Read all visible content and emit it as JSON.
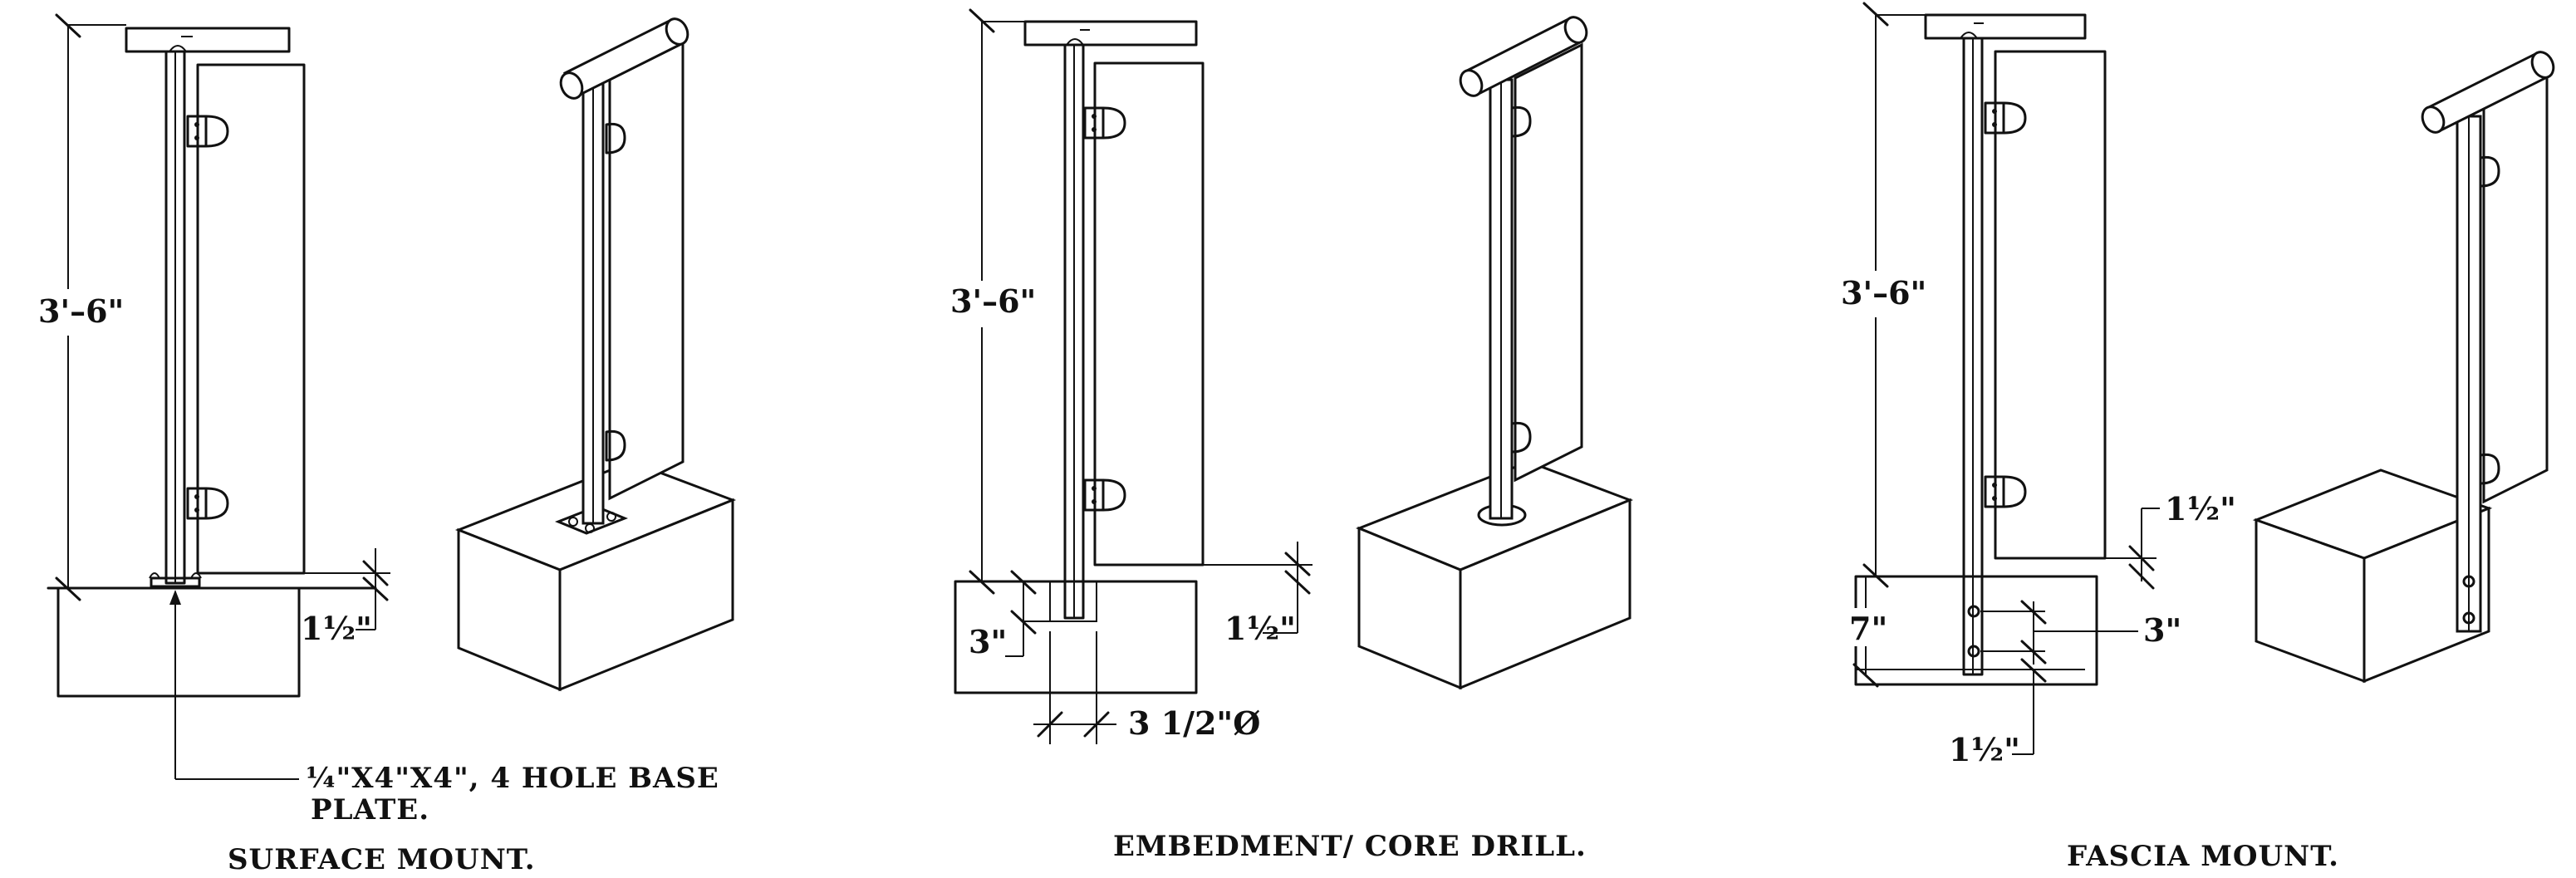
{
  "surface": {
    "height_dim": "3'–6\"",
    "gap_dim": "1½\"",
    "plate_note_line1": "¼\"X4\"X4\", 4 HOLE BASE",
    "plate_note_line2": "PLATE.",
    "caption": "SURFACE MOUNT."
  },
  "embed": {
    "height_dim": "3'–6\"",
    "gap_dim": "1½\"",
    "depth_dim": "3\"",
    "core_dim": "3 1/2\"Ø",
    "caption": "EMBEDMENT/ CORE DRILL."
  },
  "fascia": {
    "height_dim": "3'–6\"",
    "gap_dim_top": "1½\"",
    "depth_dim": "7\"",
    "spacing_dim": "3\"",
    "gap_dim_bottom": "1½\"",
    "caption": "FASCIA MOUNT."
  }
}
